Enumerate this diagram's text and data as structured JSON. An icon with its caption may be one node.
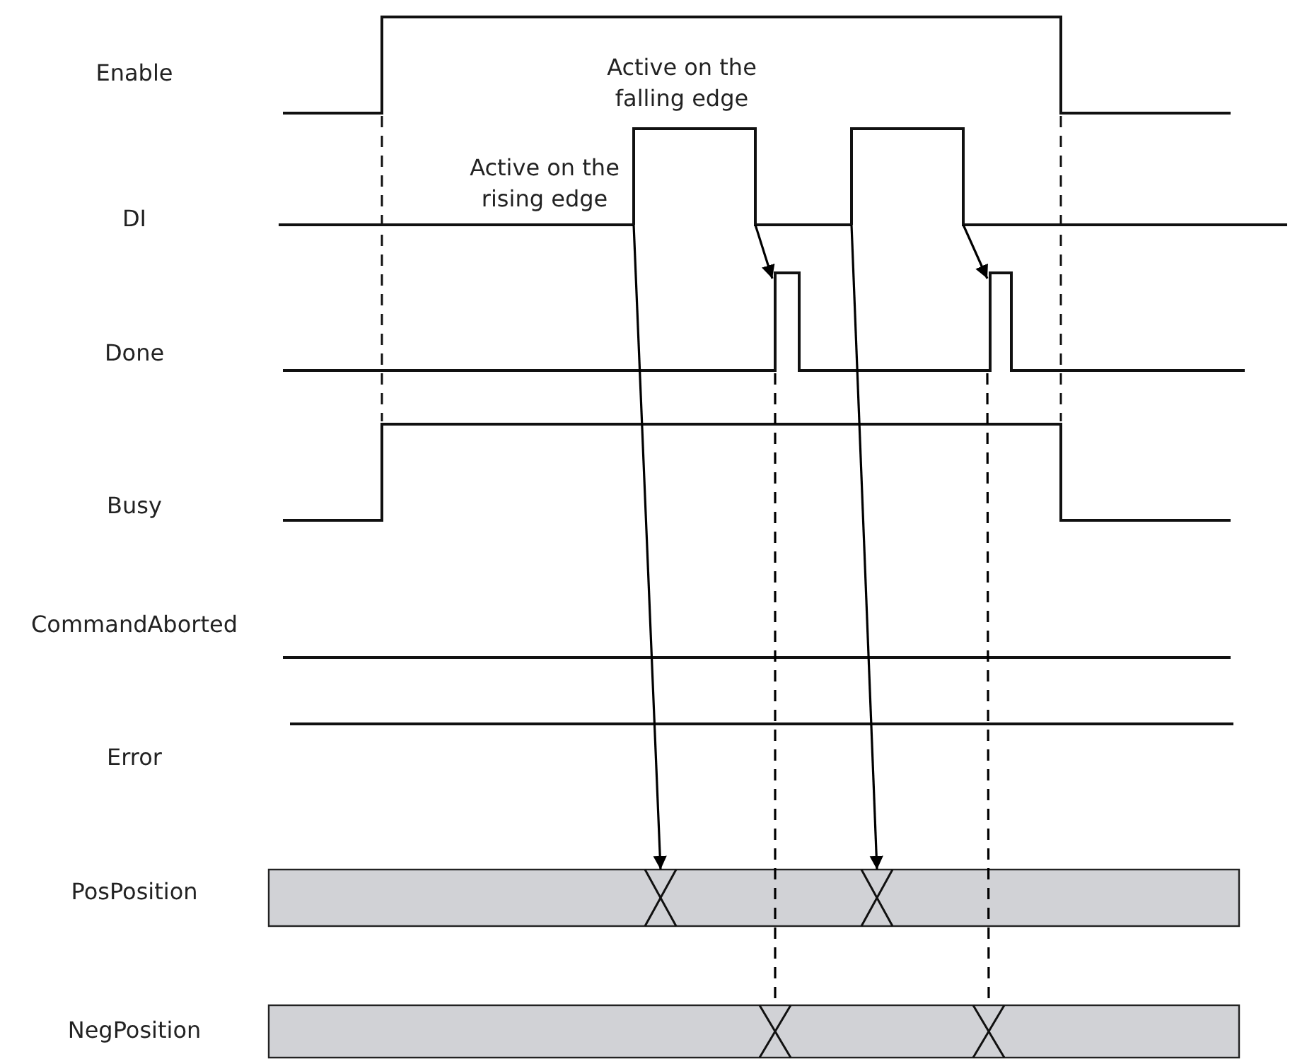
{
  "diagram": {
    "nodes": [
      {
        "text": [],
        "shape": "pulse"
      },
      {
        "text": [],
        "shape": "pulse"
      },
      {
        "text": [],
        "shape": "bar"
      },
      {
        "text": [],
        "shape": "cross",
        "in": 2
      },
      {
        "text": [],
        "shape": "cross",
        "in": 2
      },
      {
        "text": [],
        "shape": "bar"
      },
      {
        "text": [],
        "shape": "cross",
        "in": 5
      },
      {
        "text": [],
        "shape": "cross",
        "in": 5
      }
    ],
    "edges": [
      {
        "from": 0,
        "to": 3,
        "arrow": "to"
      },
      {
        "from": 0,
        "to": null,
        "arrow": "to"
      },
      {
        "from": 1,
        "to": 4,
        "arrow": "to"
      },
      {
        "from": 1,
        "to": null,
        "arrow": "to"
      },
      {
        "from": null,
        "to": 6,
        "arrow": "none",
        "style": "dashed"
      },
      {
        "from": null,
        "to": 7,
        "arrow": "none",
        "style": "dashed"
      }
    ],
    "labels": [
      "Enable",
      "Active on the falling edge",
      "Active on the rising edge",
      "DI",
      "Done",
      "Busy",
      "CommandAborted",
      "Error",
      "PosPosition",
      "NegPosition"
    ]
  }
}
